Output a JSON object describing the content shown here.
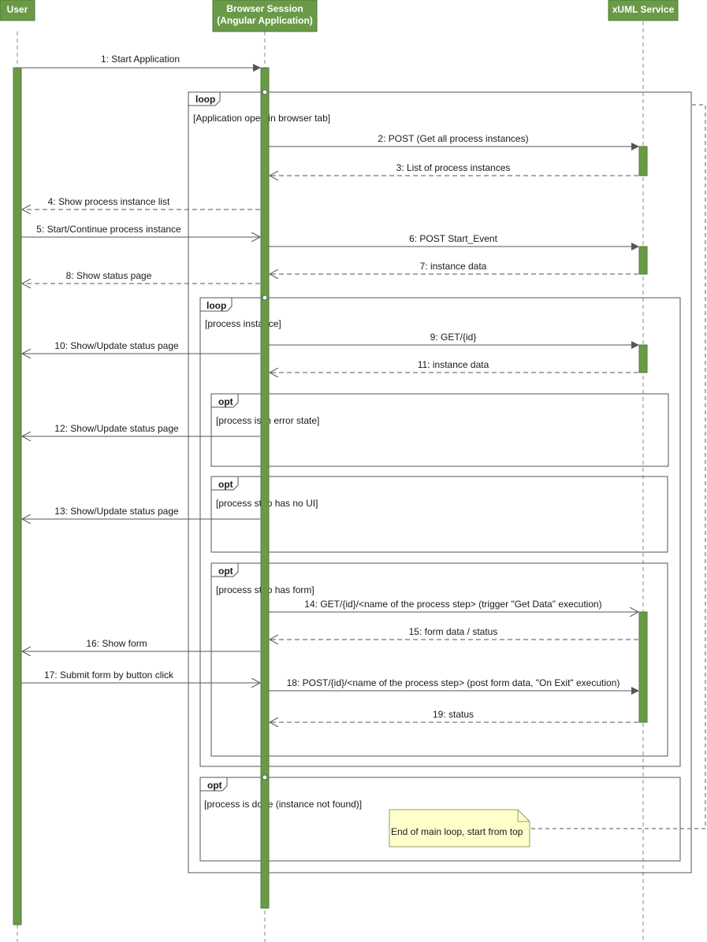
{
  "colors": {
    "participant_fill": "#6a9a47",
    "participant_border": "#4f7a33",
    "activation_fill": "#6a9a47",
    "line": "#555555",
    "frame_border": "#555555",
    "note_fill": "#ffffcc",
    "note_border": "#999966"
  },
  "participants": {
    "user": "User",
    "browser_line1": "Browser Session",
    "browser_line2": "(Angular Application)",
    "xuml": "xUML Service"
  },
  "frames": {
    "outer_loop": {
      "kind": "loop",
      "guard": "[Application open in browser tab]"
    },
    "inner_loop": {
      "kind": "loop",
      "guard": "[process instance]"
    },
    "opt_error": {
      "kind": "opt",
      "guard": "[process is in error state]"
    },
    "opt_no_ui": {
      "kind": "opt",
      "guard": "[process step has no UI]"
    },
    "opt_form": {
      "kind": "opt",
      "guard": "[process step has form]"
    },
    "opt_done": {
      "kind": "opt",
      "guard": "[process is done (instance not found)]"
    }
  },
  "messages": [
    {
      "id": "m1",
      "label": "1: Start Application",
      "style": "sync"
    },
    {
      "id": "m2",
      "label": "2: POST (Get all process instances)",
      "style": "sync"
    },
    {
      "id": "m3",
      "label": "3: List of process instances",
      "style": "reply"
    },
    {
      "id": "m4",
      "label": "4: Show process instance list",
      "style": "reply"
    },
    {
      "id": "m5",
      "label": "5: Start/Continue process instance",
      "style": "async"
    },
    {
      "id": "m6",
      "label": "6: POST Start_Event",
      "style": "sync"
    },
    {
      "id": "m7",
      "label": "7: instance data",
      "style": "reply"
    },
    {
      "id": "m8",
      "label": "8: Show status page",
      "style": "reply"
    },
    {
      "id": "m9",
      "label": "9: GET/{id}",
      "style": "sync"
    },
    {
      "id": "m10",
      "label": "10: Show/Update status page",
      "style": "async"
    },
    {
      "id": "m11",
      "label": "11: instance data",
      "style": "reply"
    },
    {
      "id": "m12",
      "label": "12: Show/Update status page",
      "style": "async"
    },
    {
      "id": "m13",
      "label": "13: Show/Update status page",
      "style": "async"
    },
    {
      "id": "m14",
      "label": "14: GET/{id}/<name of the process step> (trigger \"Get Data\" execution)",
      "style": "async"
    },
    {
      "id": "m15",
      "label": "15: form data / status",
      "style": "reply"
    },
    {
      "id": "m16",
      "label": "16: Show form",
      "style": "async"
    },
    {
      "id": "m17",
      "label": "17: Submit form by button click",
      "style": "async"
    },
    {
      "id": "m18",
      "label": "18: POST/{id}/<name of the process step> (post form data, \"On Exit\" execution)",
      "style": "sync"
    },
    {
      "id": "m19",
      "label": "19: status",
      "style": "reply"
    }
  ],
  "note": {
    "text": "End of main loop, start from top"
  }
}
